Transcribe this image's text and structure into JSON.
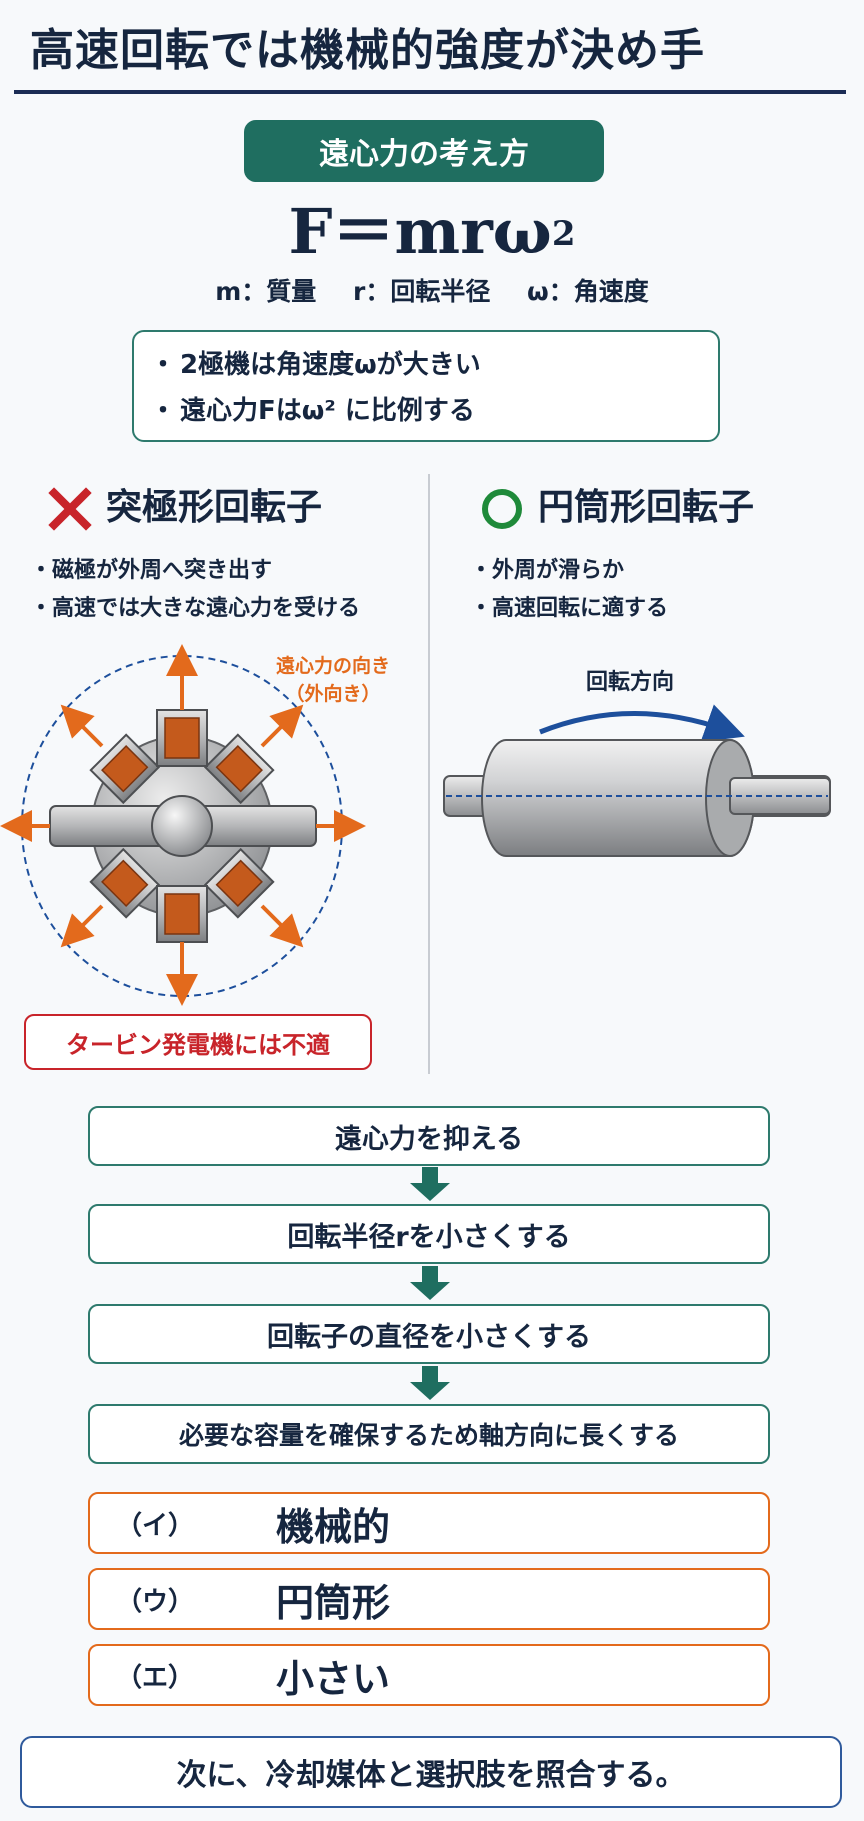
{
  "title": "高速回転では機械的強度が決め手",
  "centrifugal": {
    "badge": "遠心力の考え方",
    "formula_base": "F＝mrω",
    "formula_exp": "2",
    "symbols": [
      "m：質量",
      "r：回転半径",
      "ω：角速度"
    ],
    "points": [
      "2極機は角速度ωが大きい",
      "遠心力Fはω² に比例する"
    ]
  },
  "salient": {
    "heading": "突極形回転子",
    "verdict_icon": "cross-mark-icon",
    "bullets": [
      "・磁極が外周へ突き出す",
      "・高速では大きな遠心力を受ける"
    ],
    "force_label_1": "遠心力の向き",
    "force_label_2": "（外向き）",
    "unsuitable": "タービン発電機には不適"
  },
  "cylindrical": {
    "heading": "円筒形回転子",
    "verdict_icon": "circle-mark-icon",
    "bullets": [
      "・外周が滑らか",
      "・高速回転に適する"
    ],
    "rotation_label": "回転方向"
  },
  "flow": [
    "遠心力を抑える",
    "回転半径rを小さくする",
    "回転子の直径を小さくする",
    "必要な容量を確保するため軸方向に長くする"
  ],
  "answers": [
    {
      "key": "（イ）",
      "value": "機械的"
    },
    {
      "key": "（ウ）",
      "value": "円筒形"
    },
    {
      "key": "（エ）",
      "value": "小さい"
    }
  ],
  "next_step": "次に、冷却媒体と選択肢を照合する。",
  "colors": {
    "teal": "#1f6e60",
    "navy": "#16263f",
    "orange": "#e36a1c",
    "red": "#c8242a",
    "green": "#1f8a3a",
    "blue": "#1d4f9c"
  }
}
